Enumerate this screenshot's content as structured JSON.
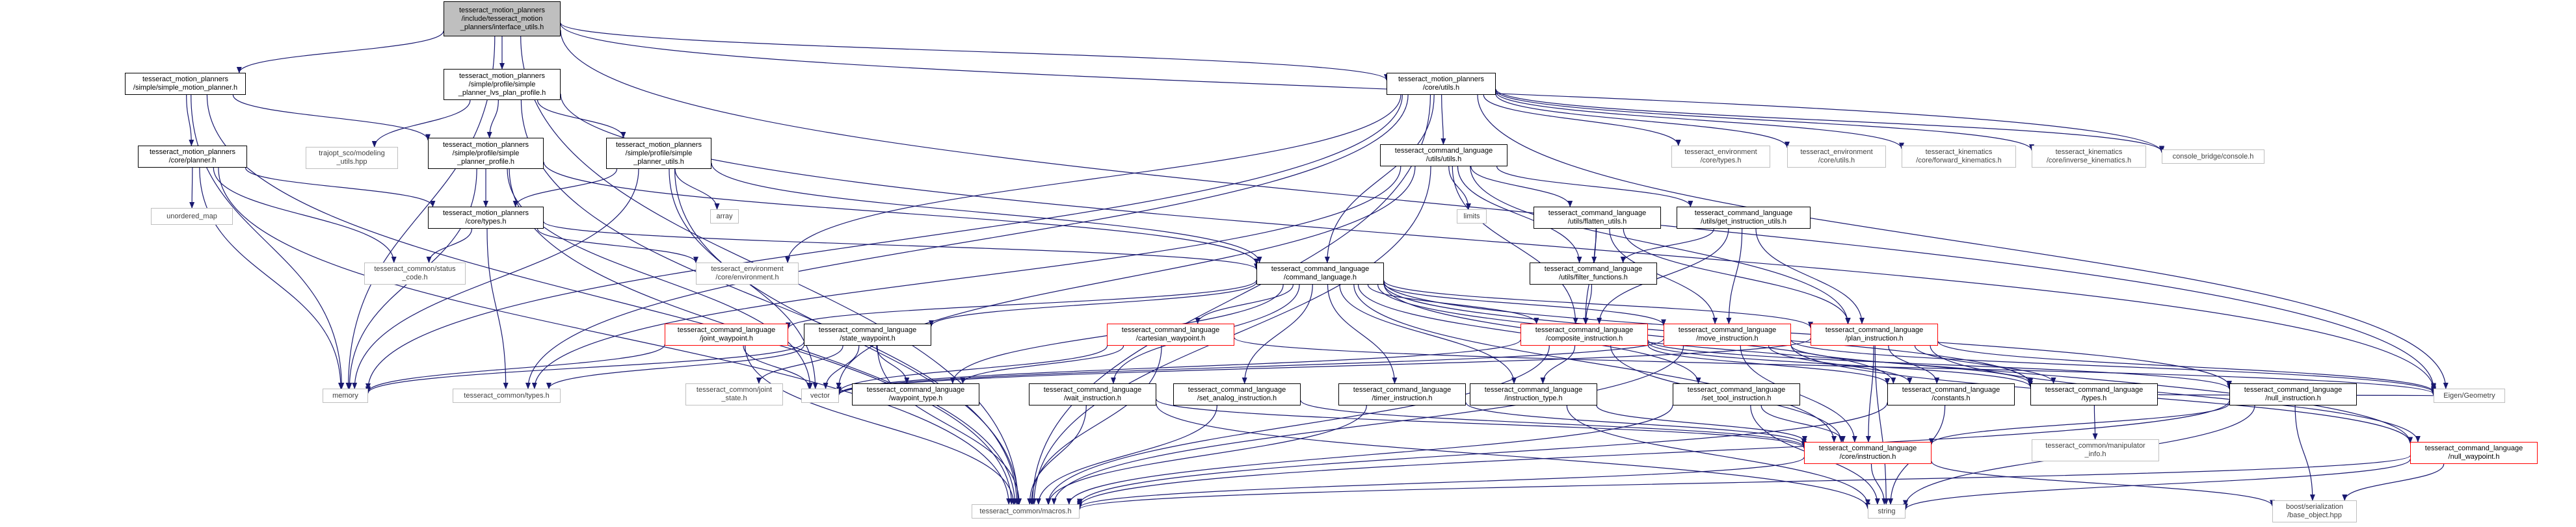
{
  "graph": {
    "edge_color": "#191970",
    "nodes": [
      {
        "id": "root",
        "label": "tesseract_motion_planners\n/include/tesseract_motion\n_planners/interface_utils.h",
        "style": "focus"
      },
      {
        "id": "simple_motion_planner",
        "label": "tesseract_motion_planners\n/simple/simple_motion_planner.h",
        "style": "black"
      },
      {
        "id": "simple_lvs_plan_profile",
        "label": "tesseract_motion_planners\n/simple/profile/simple\n_planner_lvs_plan_profile.h",
        "style": "black"
      },
      {
        "id": "core_utils",
        "label": "tesseract_motion_planners\n/core/utils.h",
        "style": "black"
      },
      {
        "id": "core_planner",
        "label": "tesseract_motion_planners\n/core/planner.h",
        "style": "black"
      },
      {
        "id": "trajopt_modeling_utils",
        "label": "trajopt_sco/modeling\n_utils.hpp",
        "style": "gray"
      },
      {
        "id": "simple_planner_profile",
        "label": "tesseract_motion_planners\n/simple/profile/simple\n_planner_profile.h",
        "style": "black"
      },
      {
        "id": "simple_planner_utils",
        "label": "tesseract_motion_planners\n/simple/profile/simple\n_planner_utils.h",
        "style": "black"
      },
      {
        "id": "unordered_map",
        "label": "unordered_map",
        "style": "gray"
      },
      {
        "id": "core_types",
        "label": "tesseract_motion_planners\n/core/types.h",
        "style": "black"
      },
      {
        "id": "array",
        "label": "array",
        "style": "gray"
      },
      {
        "id": "tc_status_code",
        "label": "tesseract_common/status\n_code.h",
        "style": "gray"
      },
      {
        "id": "env_environment",
        "label": "tesseract_environment\n/core/environment.h",
        "style": "gray"
      },
      {
        "id": "memory",
        "label": "memory",
        "style": "gray"
      },
      {
        "id": "cl_utils",
        "label": "tesseract_command_language\n/utils/utils.h",
        "style": "black"
      },
      {
        "id": "limits",
        "label": "limits",
        "style": "gray"
      },
      {
        "id": "env_types",
        "label": "tesseract_environment\n/core/types.h",
        "style": "gray"
      },
      {
        "id": "env_utils",
        "label": "tesseract_environment\n/core/utils.h",
        "style": "gray"
      },
      {
        "id": "kin_forward",
        "label": "tesseract_kinematics\n/core/forward_kinematics.h",
        "style": "gray"
      },
      {
        "id": "kin_inverse",
        "label": "tesseract_kinematics\n/core/inverse_kinematics.h",
        "style": "gray"
      },
      {
        "id": "console_bridge",
        "label": "console_bridge/console.h",
        "style": "gray"
      },
      {
        "id": "cl_flatten_utils",
        "label": "tesseract_command_language\n/utils/flatten_utils.h",
        "style": "black"
      },
      {
        "id": "cl_get_instruction_utils",
        "label": "tesseract_command_language\n/utils/get_instruction_utils.h",
        "style": "black"
      },
      {
        "id": "cl_filter_functions",
        "label": "tesseract_command_language\n/utils/filter_functions.h",
        "style": "black"
      },
      {
        "id": "cl_command_language",
        "label": "tesseract_command_language\n/command_language.h",
        "style": "black"
      },
      {
        "id": "cl_joint_waypoint",
        "label": "tesseract_command_language\n/joint_waypoint.h",
        "style": "red"
      },
      {
        "id": "cl_state_waypoint",
        "label": "tesseract_command_language\n/state_waypoint.h",
        "style": "black"
      },
      {
        "id": "cl_cartesian_waypoint",
        "label": "tesseract_command_language\n/cartesian_waypoint.h",
        "style": "red"
      },
      {
        "id": "cl_composite_instruction",
        "label": "tesseract_command_language\n/composite_instruction.h",
        "style": "red"
      },
      {
        "id": "cl_move_instruction",
        "label": "tesseract_command_language\n/move_instruction.h",
        "style": "red"
      },
      {
        "id": "cl_plan_instruction",
        "label": "tesseract_command_language\n/plan_instruction.h",
        "style": "red"
      },
      {
        "id": "tc_types",
        "label": "tesseract_common/types.h",
        "style": "gray"
      },
      {
        "id": "tc_joint_state",
        "label": "tesseract_common/joint\n_state.h",
        "style": "gray"
      },
      {
        "id": "vector",
        "label": "vector",
        "style": "gray"
      },
      {
        "id": "cl_waypoint_type",
        "label": "tesseract_command_language\n/waypoint_type.h",
        "style": "black"
      },
      {
        "id": "cl_wait_instruction",
        "label": "tesseract_command_language\n/wait_instruction.h",
        "style": "black"
      },
      {
        "id": "cl_set_analog_instruction",
        "label": "tesseract_command_language\n/set_analog_instruction.h",
        "style": "black"
      },
      {
        "id": "cl_timer_instruction",
        "label": "tesseract_command_language\n/timer_instruction.h",
        "style": "black"
      },
      {
        "id": "cl_instruction_type",
        "label": "tesseract_command_language\n/instruction_type.h",
        "style": "black"
      },
      {
        "id": "cl_set_tool_instruction",
        "label": "tesseract_command_language\n/set_tool_instruction.h",
        "style": "black"
      },
      {
        "id": "cl_constants",
        "label": "tesseract_command_language\n/constants.h",
        "style": "black"
      },
      {
        "id": "cl_types",
        "label": "tesseract_command_language\n/types.h",
        "style": "black"
      },
      {
        "id": "cl_null_instruction",
        "label": "tesseract_command_language\n/null_instruction.h",
        "style": "black"
      },
      {
        "id": "eigen_geometry",
        "label": "Eigen/Geometry",
        "style": "gray"
      },
      {
        "id": "tc_manipulator_info",
        "label": "tesseract_common/manipulator\n_info.h",
        "style": "gray"
      },
      {
        "id": "cl_core_instruction",
        "label": "tesseract_command_language\n/core/instruction.h",
        "style": "red"
      },
      {
        "id": "cl_null_waypoint",
        "label": "tesseract_command_language\n/null_waypoint.h",
        "style": "red"
      },
      {
        "id": "tc_macros",
        "label": "tesseract_common/macros.h",
        "style": "gray"
      },
      {
        "id": "string",
        "label": "string",
        "style": "gray"
      },
      {
        "id": "boost_serialization",
        "label": "boost/serialization\n/base_object.hpp",
        "style": "gray"
      }
    ],
    "edges": [
      [
        "root",
        "simple_motion_planner"
      ],
      [
        "root",
        "simple_lvs_plan_profile"
      ],
      [
        "root",
        "core_utils"
      ],
      [
        "root",
        "memory"
      ],
      [
        "root",
        "tc_macros"
      ],
      [
        "root",
        "console_bridge"
      ],
      [
        "root",
        "eigen_geometry"
      ],
      [
        "simple_motion_planner",
        "core_planner"
      ],
      [
        "simple_motion_planner",
        "simple_planner_profile"
      ],
      [
        "simple_motion_planner",
        "memory"
      ],
      [
        "simple_motion_planner",
        "tc_macros"
      ],
      [
        "simple_lvs_plan_profile",
        "trajopt_modeling_utils"
      ],
      [
        "simple_lvs_plan_profile",
        "simple_planner_profile"
      ],
      [
        "simple_lvs_plan_profile",
        "simple_planner_utils"
      ],
      [
        "simple_lvs_plan_profile",
        "tc_macros"
      ],
      [
        "simple_lvs_plan_profile",
        "eigen_geometry"
      ],
      [
        "core_planner",
        "unordered_map"
      ],
      [
        "core_planner",
        "core_types"
      ],
      [
        "core_planner",
        "tc_status_code"
      ],
      [
        "core_planner",
        "memory"
      ],
      [
        "core_planner",
        "tc_macros"
      ],
      [
        "simple_planner_profile",
        "core_types"
      ],
      [
        "simple_planner_profile",
        "cl_command_language"
      ],
      [
        "simple_planner_profile",
        "memory"
      ],
      [
        "simple_planner_profile",
        "vector"
      ],
      [
        "simple_planner_profile",
        "tc_macros"
      ],
      [
        "simple_planner_utils",
        "array"
      ],
      [
        "simple_planner_utils",
        "core_types"
      ],
      [
        "simple_planner_utils",
        "cl_command_language"
      ],
      [
        "simple_planner_utils",
        "memory"
      ],
      [
        "simple_planner_utils",
        "tc_macros"
      ],
      [
        "simple_planner_utils",
        "vector"
      ],
      [
        "core_types",
        "tc_status_code"
      ],
      [
        "core_types",
        "env_environment"
      ],
      [
        "core_types",
        "tc_types"
      ],
      [
        "core_types",
        "cl_command_language"
      ],
      [
        "core_utils",
        "cl_utils"
      ],
      [
        "core_utils",
        "env_environment"
      ],
      [
        "core_utils",
        "env_types"
      ],
      [
        "core_utils",
        "env_utils"
      ],
      [
        "core_utils",
        "kin_forward"
      ],
      [
        "core_utils",
        "kin_inverse"
      ],
      [
        "core_utils",
        "console_bridge"
      ],
      [
        "core_utils",
        "cl_command_language"
      ],
      [
        "core_utils",
        "memory"
      ],
      [
        "core_utils",
        "tc_types"
      ],
      [
        "core_utils",
        "tc_macros"
      ],
      [
        "core_utils",
        "eigen_geometry"
      ],
      [
        "cl_utils",
        "limits"
      ],
      [
        "cl_utils",
        "cl_flatten_utils"
      ],
      [
        "cl_utils",
        "cl_get_instruction_utils"
      ],
      [
        "cl_utils",
        "cl_filter_functions"
      ],
      [
        "cl_utils",
        "cl_composite_instruction"
      ],
      [
        "cl_utils",
        "cl_plan_instruction"
      ],
      [
        "cl_utils",
        "vector"
      ],
      [
        "cl_utils",
        "tc_types"
      ],
      [
        "cl_utils",
        "tc_macros"
      ],
      [
        "cl_flatten_utils",
        "cl_filter_functions"
      ],
      [
        "cl_flatten_utils",
        "cl_composite_instruction"
      ],
      [
        "cl_flatten_utils",
        "cl_move_instruction"
      ],
      [
        "cl_flatten_utils",
        "cl_plan_instruction"
      ],
      [
        "cl_get_instruction_utils",
        "cl_filter_functions"
      ],
      [
        "cl_get_instruction_utils",
        "cl_composite_instruction"
      ],
      [
        "cl_get_instruction_utils",
        "cl_move_instruction"
      ],
      [
        "cl_get_instruction_utils",
        "cl_plan_instruction"
      ],
      [
        "cl_filter_functions",
        "cl_composite_instruction"
      ],
      [
        "cl_command_language",
        "cl_joint_waypoint"
      ],
      [
        "cl_command_language",
        "cl_state_waypoint"
      ],
      [
        "cl_command_language",
        "cl_cartesian_waypoint"
      ],
      [
        "cl_command_language",
        "cl_composite_instruction"
      ],
      [
        "cl_command_language",
        "cl_move_instruction"
      ],
      [
        "cl_command_language",
        "cl_plan_instruction"
      ],
      [
        "cl_command_language",
        "cl_waypoint_type"
      ],
      [
        "cl_command_language",
        "cl_wait_instruction"
      ],
      [
        "cl_command_language",
        "cl_set_analog_instruction"
      ],
      [
        "cl_command_language",
        "cl_timer_instruction"
      ],
      [
        "cl_command_language",
        "cl_instruction_type"
      ],
      [
        "cl_command_language",
        "cl_set_tool_instruction"
      ],
      [
        "cl_command_language",
        "cl_constants"
      ],
      [
        "cl_command_language",
        "cl_types"
      ],
      [
        "cl_command_language",
        "cl_null_instruction"
      ],
      [
        "cl_command_language",
        "cl_null_waypoint"
      ],
      [
        "cl_command_language",
        "cl_core_instruction"
      ],
      [
        "cl_joint_waypoint",
        "memory"
      ],
      [
        "cl_joint_waypoint",
        "vector"
      ],
      [
        "cl_joint_waypoint",
        "tc_macros"
      ],
      [
        "cl_state_waypoint",
        "memory"
      ],
      [
        "cl_state_waypoint",
        "tc_types"
      ],
      [
        "cl_state_waypoint",
        "tc_joint_state"
      ],
      [
        "cl_state_waypoint",
        "vector"
      ],
      [
        "cl_state_waypoint",
        "tc_macros"
      ],
      [
        "cl_state_waypoint",
        "cl_waypoint_type"
      ],
      [
        "cl_cartesian_waypoint",
        "vector"
      ],
      [
        "cl_cartesian_waypoint",
        "cl_waypoint_type"
      ],
      [
        "cl_cartesian_waypoint",
        "tc_macros"
      ],
      [
        "cl_cartesian_waypoint",
        "eigen_geometry"
      ],
      [
        "cl_composite_instruction",
        "vector"
      ],
      [
        "cl_composite_instruction",
        "cl_instruction_type"
      ],
      [
        "cl_composite_instruction",
        "cl_constants"
      ],
      [
        "cl_composite_instruction",
        "cl_types"
      ],
      [
        "cl_composite_instruction",
        "cl_core_instruction"
      ],
      [
        "cl_composite_instruction",
        "tc_macros"
      ],
      [
        "cl_composite_instruction",
        "cl_null_instruction"
      ],
      [
        "cl_move_instruction",
        "vector"
      ],
      [
        "cl_move_instruction",
        "cl_constants"
      ],
      [
        "cl_move_instruction",
        "cl_types"
      ],
      [
        "cl_move_instruction",
        "cl_core_instruction"
      ],
      [
        "cl_move_instruction",
        "cl_null_waypoint"
      ],
      [
        "cl_move_instruction",
        "eigen_geometry"
      ],
      [
        "cl_move_instruction",
        "tc_macros"
      ],
      [
        "cl_plan_instruction",
        "vector"
      ],
      [
        "cl_plan_instruction",
        "cl_constants"
      ],
      [
        "cl_plan_instruction",
        "cl_types"
      ],
      [
        "cl_plan_instruction",
        "cl_core_instruction"
      ],
      [
        "cl_plan_instruction",
        "cl_null_waypoint"
      ],
      [
        "cl_plan_instruction",
        "eigen_geometry"
      ],
      [
        "cl_plan_instruction",
        "string"
      ],
      [
        "cl_wait_instruction",
        "tc_macros"
      ],
      [
        "cl_wait_instruction",
        "string"
      ],
      [
        "cl_wait_instruction",
        "cl_core_instruction"
      ],
      [
        "cl_set_analog_instruction",
        "tc_macros"
      ],
      [
        "cl_set_analog_instruction",
        "cl_core_instruction"
      ],
      [
        "cl_timer_instruction",
        "tc_macros"
      ],
      [
        "cl_timer_instruction",
        "cl_core_instruction"
      ],
      [
        "cl_instruction_type",
        "string"
      ],
      [
        "cl_instruction_type",
        "cl_core_instruction"
      ],
      [
        "cl_set_tool_instruction",
        "tc_macros"
      ],
      [
        "cl_set_tool_instruction",
        "string"
      ],
      [
        "cl_set_tool_instruction",
        "cl_core_instruction"
      ],
      [
        "cl_constants",
        "string"
      ],
      [
        "cl_constants",
        "tc_macros"
      ],
      [
        "cl_types",
        "tc_manipulator_info"
      ],
      [
        "cl_types",
        "eigen_geometry"
      ],
      [
        "cl_null_instruction",
        "cl_core_instruction"
      ],
      [
        "cl_null_instruction",
        "tc_macros"
      ],
      [
        "cl_null_instruction",
        "string"
      ],
      [
        "cl_null_instruction",
        "boost_serialization"
      ],
      [
        "cl_core_instruction",
        "tc_macros"
      ],
      [
        "cl_core_instruction",
        "string"
      ],
      [
        "cl_core_instruction",
        "boost_serialization"
      ],
      [
        "cl_null_waypoint",
        "tc_macros"
      ],
      [
        "cl_null_waypoint",
        "string"
      ],
      [
        "cl_null_waypoint",
        "boost_serialization"
      ]
    ]
  }
}
